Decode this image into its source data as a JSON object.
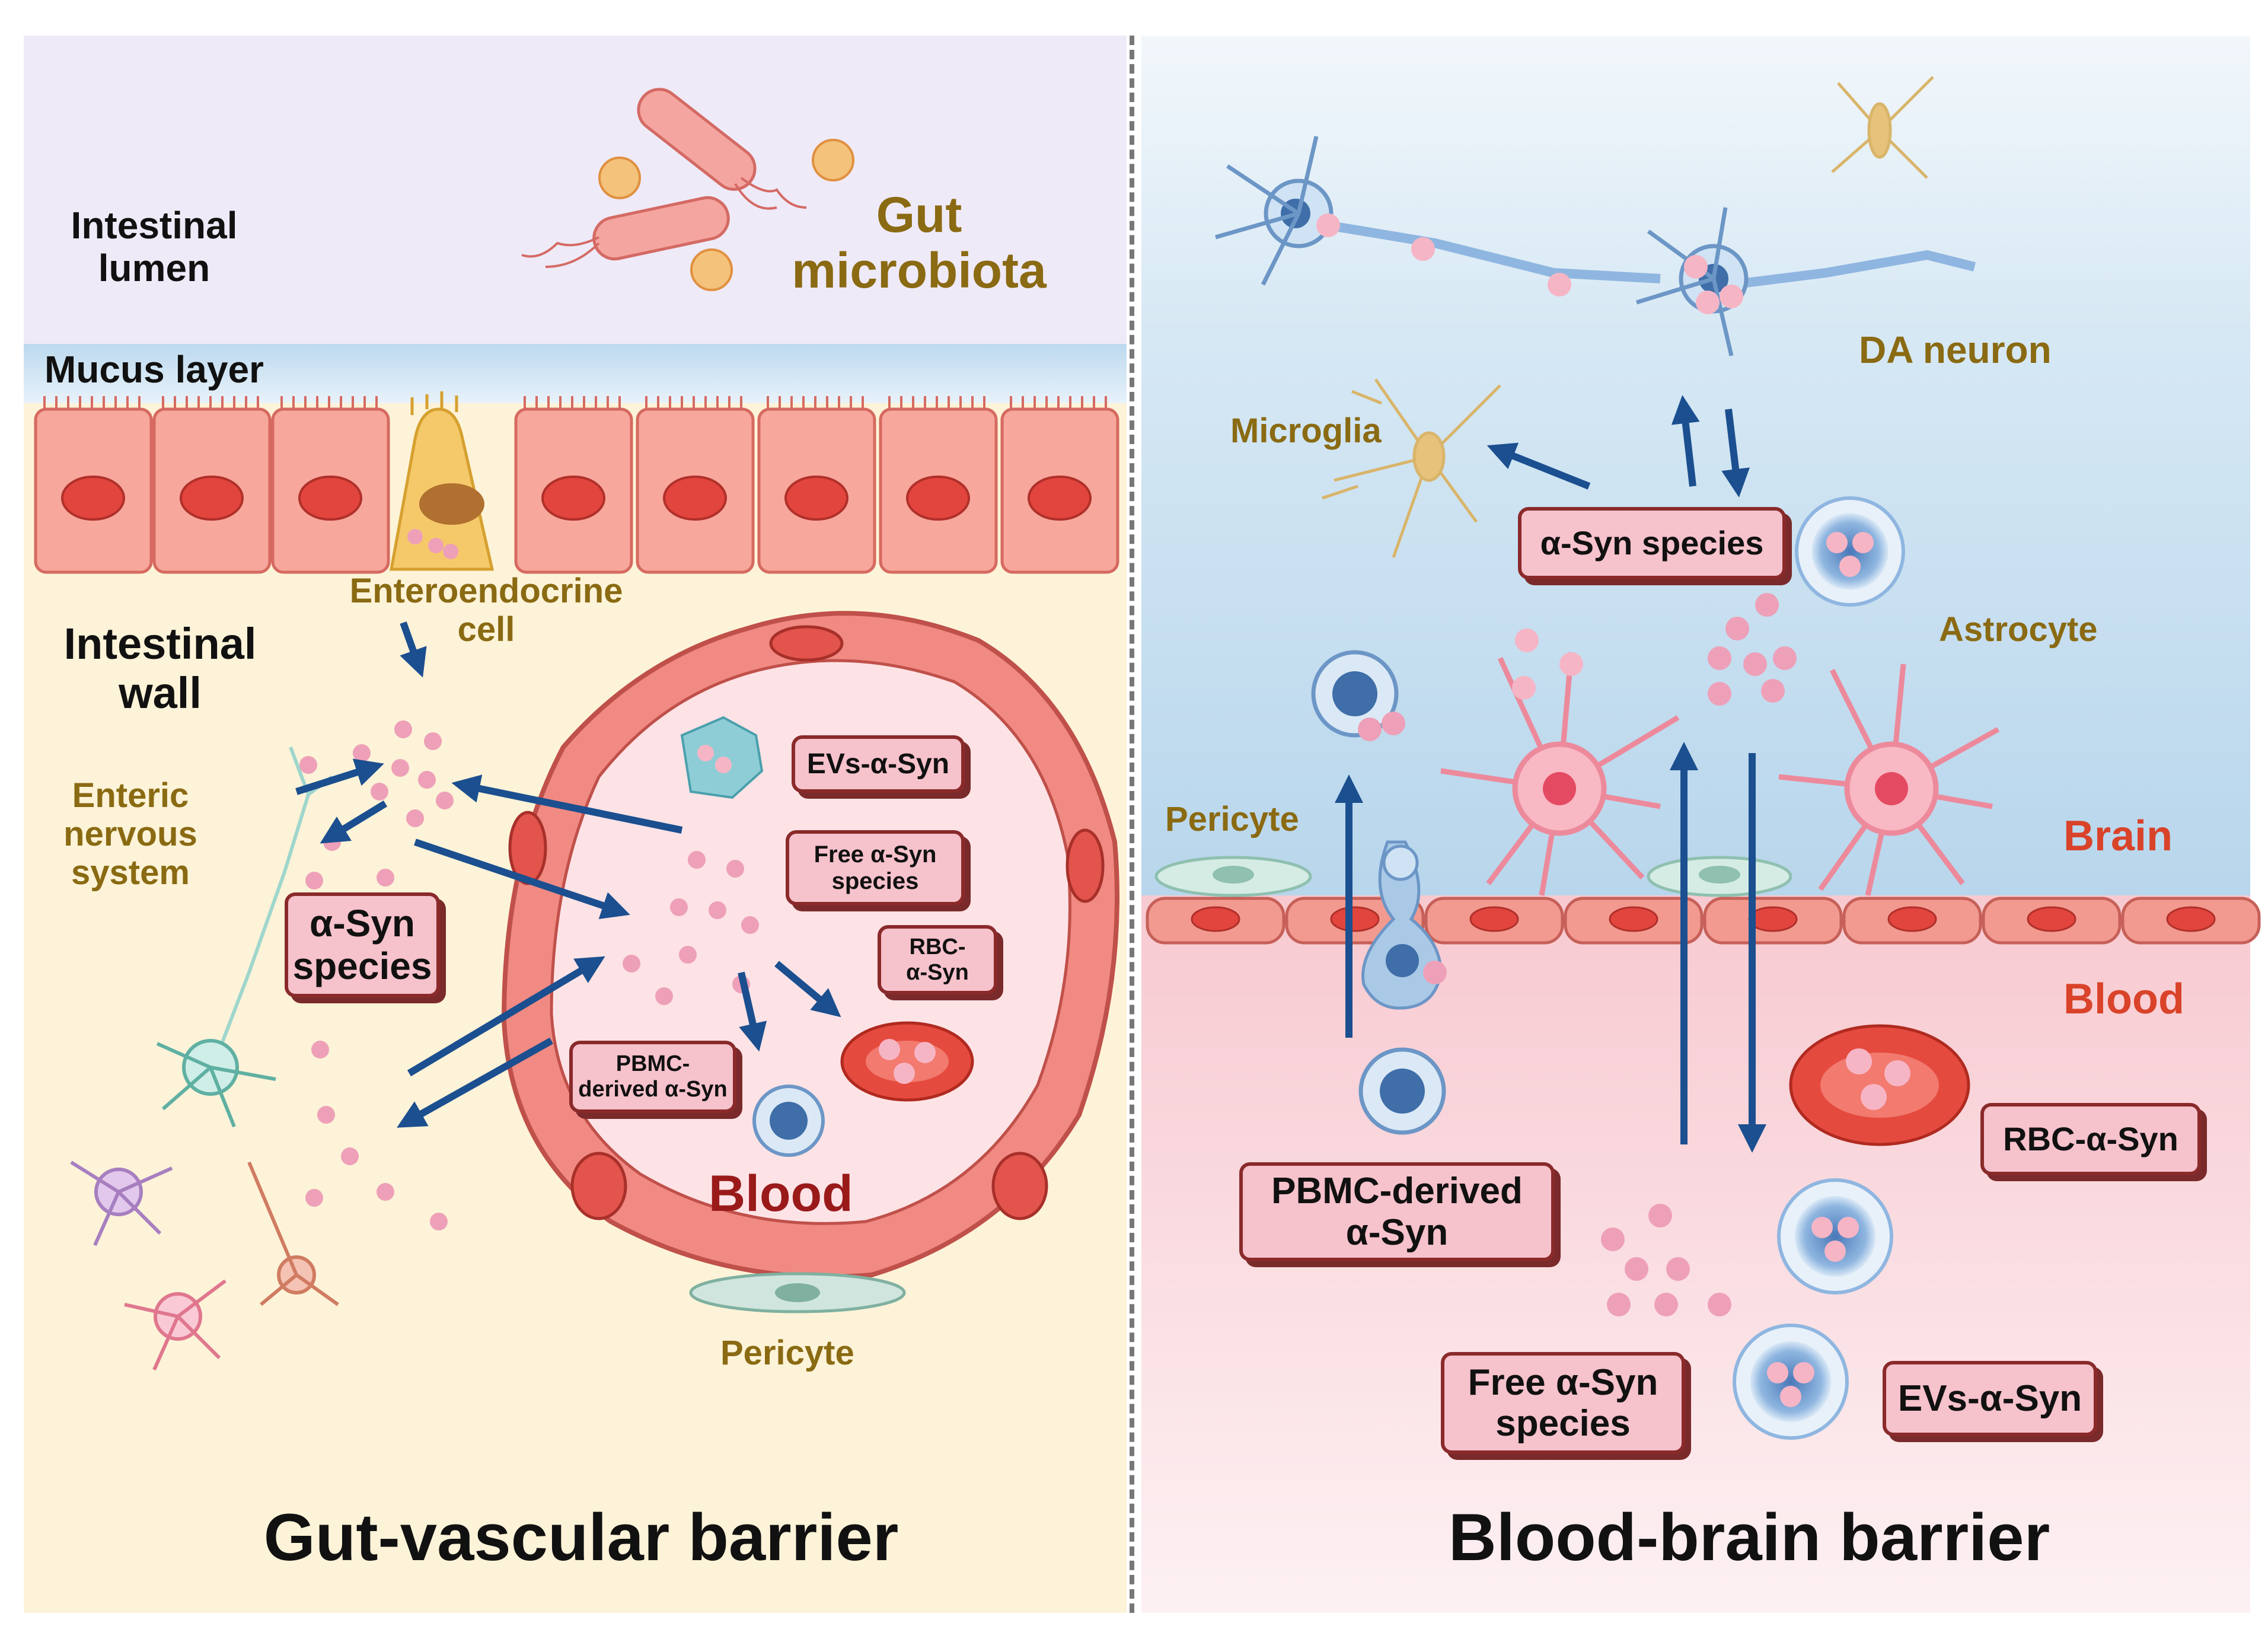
{
  "left": {
    "lumen_label": "Intestinal\nlumen",
    "microbiota_label": "Gut\nmicrobiota",
    "mucus_label": "Mucus layer",
    "enteroendocrine_label": "Enteroendocrine\ncell",
    "wall_label": "Intestinal\nwall",
    "ens_label": "Enteric\nnervous\nsystem",
    "asyn_species_box": "α-Syn\nspecies",
    "evs_box": "EVs-α-Syn",
    "free_box": "Free α-Syn\nspecies",
    "rbc_box": "RBC-\nα-Syn",
    "pbmc_box": "PBMC-\nderived α-Syn",
    "blood_label": "Blood",
    "pericyte_label": "Pericyte",
    "title": "Gut-vascular barrier"
  },
  "right": {
    "da_neuron_label": "DA neuron",
    "microglia_label": "Microglia",
    "asyn_species_box": "α-Syn species",
    "astrocyte_label": "Astrocyte",
    "pericyte_label": "Pericyte",
    "brain_label": "Brain",
    "blood_label": "Blood",
    "rbc_box": "RBC-α-Syn",
    "pbmc_box": "PBMC-derived\nα-Syn",
    "free_box": "Free α-Syn\nspecies",
    "evs_box": "EVs-α-Syn",
    "title": "Blood-brain barrier"
  },
  "colors": {
    "lumen_bg": "#efeaf8",
    "wall_bg": "#fdf3d8",
    "brain_bg": "#c5dff0",
    "blood_bg": "#f9d6dc",
    "arrow": "#1b4f8f",
    "label_box_fill": "#f6c2cc",
    "vessel": "#f08a82",
    "epithelium": "#f7a79c",
    "particle": "#eea0b8"
  }
}
